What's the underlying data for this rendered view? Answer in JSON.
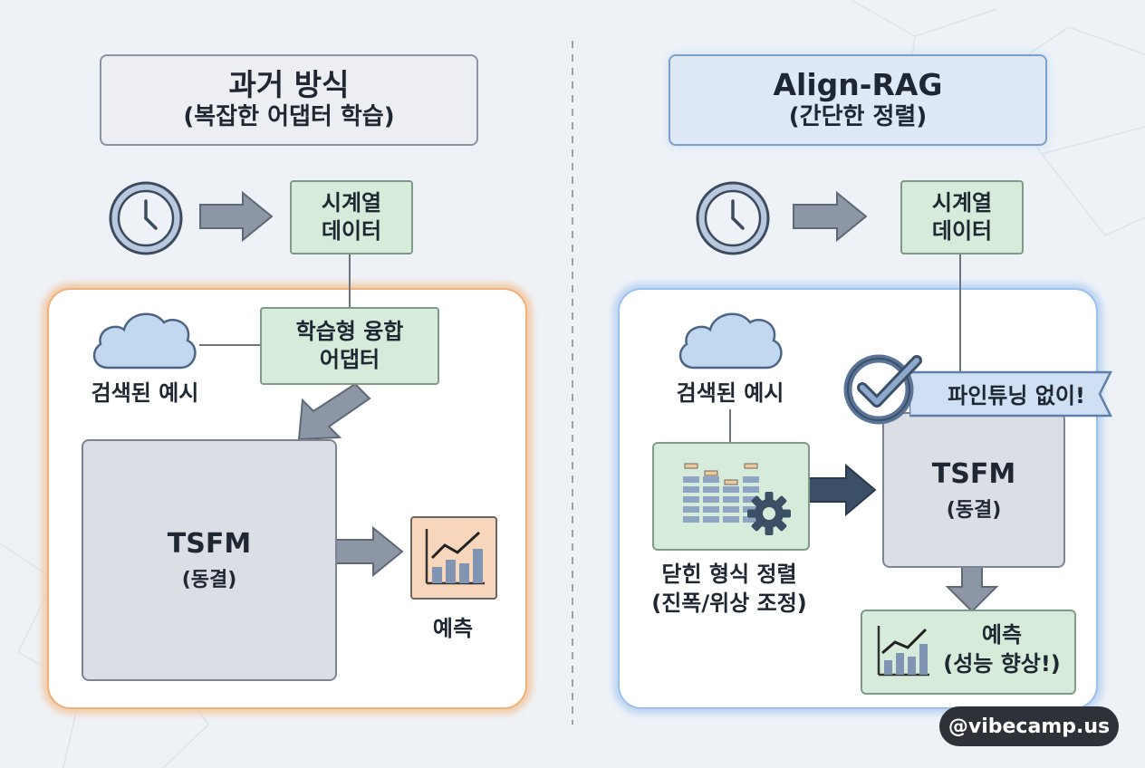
{
  "left": {
    "header": {
      "title": "과거 방식",
      "subtitle": "(복잡한 어댑터 학습)"
    },
    "timeseries_label": [
      "시계열",
      "데이터"
    ],
    "retrieved_label": "검색된 예시",
    "adapter_label": [
      "학습형 융합",
      "어댑터"
    ],
    "tsfm": {
      "title": "TSFM",
      "subtitle": "(동결)"
    },
    "forecast_label": "예측"
  },
  "right": {
    "header": {
      "title": "Align-RAG",
      "subtitle": "(간단한 정렬)"
    },
    "timeseries_label": [
      "시계열",
      "데이터"
    ],
    "retrieved_label": "검색된 예시",
    "alignment_label": [
      "닫힌 형식 정렬",
      "(진폭/위상 조정)"
    ],
    "no_finetune_label": "파인튜닝 없이!",
    "tsfm": {
      "title": "TSFM",
      "subtitle": "(동결)"
    },
    "forecast_label": [
      "예측",
      "(성능 향상!)"
    ]
  },
  "watermark": "@vibecamp.us",
  "colors": {
    "background": "#eef2f7",
    "left_accent": "#f0b07a",
    "right_accent": "#9cc0ee",
    "green_box": "#d6ebd9",
    "arrow_gray": "#8d96a4",
    "arrow_dark": "#3b4f66"
  },
  "icons": [
    "clock-icon",
    "cloud-icon",
    "chart-icon",
    "checkmark-icon",
    "gear-icon",
    "bar-grid-icon"
  ]
}
